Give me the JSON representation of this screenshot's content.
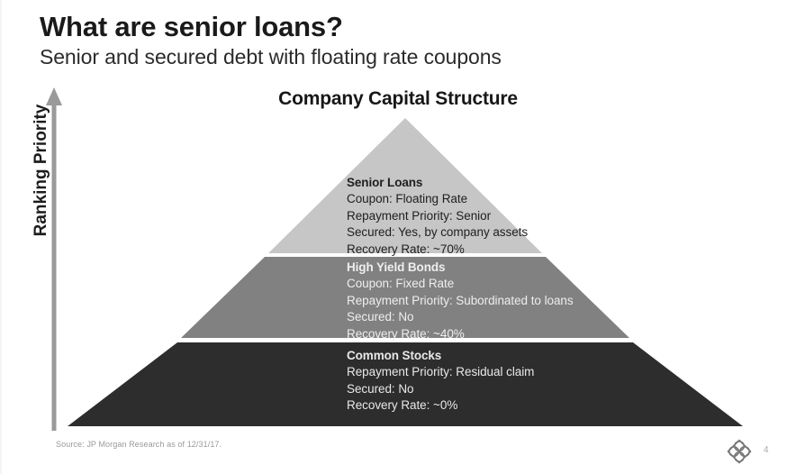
{
  "slide": {
    "title": "What are senior loans?",
    "subtitle": "Senior and secured debt with floating rate coupons",
    "chart_title": "Company Capital Structure",
    "axis_label": "Ranking Priority",
    "source": "Source: JP Morgan Research as of 12/31/17.",
    "page_number": "4",
    "logo_name": "jpmorgan-octagon-logo"
  },
  "colors": {
    "background": "#ffffff",
    "title_text": "#1a1a1a",
    "subtitle_text": "#2b2b2b",
    "axis_arrow": "#9a9a9a",
    "band_senior": "#c6c6c6",
    "band_high_yield": "#818181",
    "band_common": "#2d2d2d",
    "band_divider": "#ffffff",
    "source_text": "#9a9a9a"
  },
  "chart_data": {
    "type": "diagram",
    "shape": "pyramid",
    "title": "Company Capital Structure",
    "ylabel": "Ranking Priority",
    "y_axis_direction": "increasing upward",
    "legend": "none",
    "grid": false,
    "bands": [
      {
        "id": "senior-loans",
        "heading": "Senior Loans",
        "fill": "#c6c6c6",
        "text_color": "#202020",
        "rank": 1,
        "recovery_rate_pct": 70,
        "lines": [
          "Coupon: Floating Rate",
          "Repayment Priority: Senior",
          "Secured: Yes, by company assets",
          "Recovery Rate: ~70%"
        ],
        "attributes": {
          "Coupon": "Floating Rate",
          "Repayment Priority": "Senior",
          "Secured": "Yes, by company assets",
          "Recovery Rate": "~70%"
        }
      },
      {
        "id": "high-yield-bonds",
        "heading": "High Yield Bonds",
        "fill": "#818181",
        "text_color": "#eeeeee",
        "rank": 2,
        "recovery_rate_pct": 40,
        "lines": [
          "Coupon: Fixed Rate",
          "Repayment Priority: Subordinated to loans",
          "Secured: No",
          "Recovery Rate: ~40%"
        ],
        "attributes": {
          "Coupon": "Fixed Rate",
          "Repayment Priority": "Subordinated to loans",
          "Secured": "No",
          "Recovery Rate": "~40%"
        }
      },
      {
        "id": "common-stocks",
        "heading": "Common Stocks",
        "fill": "#2d2d2d",
        "text_color": "#e8e8e8",
        "rank": 3,
        "recovery_rate_pct": 0,
        "lines": [
          "Repayment Priority: Residual claim",
          "Secured: No",
          "Recovery Rate: ~0%"
        ],
        "attributes": {
          "Repayment Priority": "Residual claim",
          "Secured": "No",
          "Recovery Rate": "~0%"
        }
      }
    ]
  }
}
